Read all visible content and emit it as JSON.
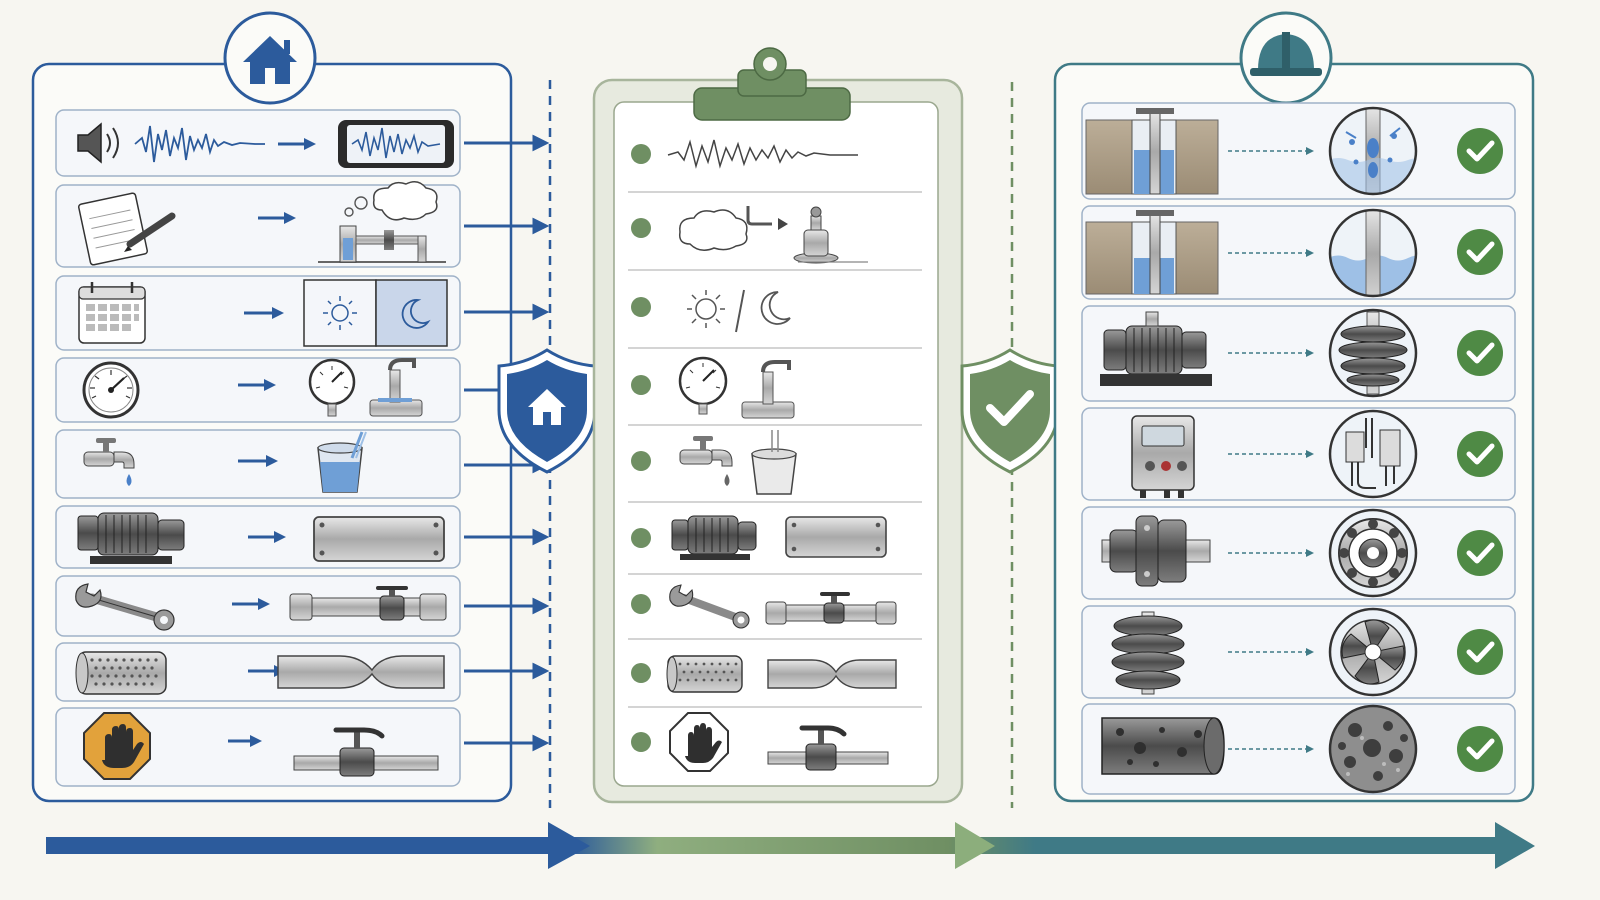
{
  "colors": {
    "background": "#f7f6f1",
    "owner_blue": "#2c5b9c",
    "checklist_green": "#6f8f63",
    "technician_teal": "#3f7a86",
    "check_green": "#4f8a45",
    "card_border": "#9fb2c8",
    "ink": "#3a3a3a",
    "water": "#6f9fd6",
    "warning_orange": "#e2a23b"
  },
  "panels": [
    {
      "id": "owner",
      "badge_icon": "house-icon",
      "rows": [
        {
          "left_icon": "speaker-icon",
          "right_icon": "smartphone-waveform-icon"
        },
        {
          "left_icon": "notepad-pencil-icon",
          "right_icon": "well-pump-thought-cloud-icon"
        },
        {
          "left_icon": "calendar-icon",
          "right_icon": "day-night-icon"
        },
        {
          "left_icon": "pressure-gauge-icon",
          "right_icon": "gauge-and-well-head-icon"
        },
        {
          "left_icon": "faucet-drip-icon",
          "right_icon": "water-bucket-icon"
        },
        {
          "left_icon": "motor-icon",
          "right_icon": "metal-nameplate-icon"
        },
        {
          "left_icon": "wrench-icon",
          "right_icon": "pipe-valve-icon"
        },
        {
          "left_icon": "screen-filter-icon",
          "right_icon": "constricted-pipe-icon"
        },
        {
          "left_icon": "stop-hand-icon",
          "right_icon": "shutoff-valve-icon"
        }
      ]
    },
    {
      "id": "checklist",
      "badge_icon": "clipboard-clip-icon",
      "rows": [
        {
          "icons": [
            "waveform-icon"
          ]
        },
        {
          "icons": [
            "thought-cloud-icon",
            "well-head-icon"
          ]
        },
        {
          "icons": [
            "sun-icon",
            "moon-icon"
          ]
        },
        {
          "icons": [
            "pressure-gauge-icon",
            "well-head-icon"
          ]
        },
        {
          "icons": [
            "faucet-drip-icon",
            "bucket-icon"
          ]
        },
        {
          "icons": [
            "motor-icon",
            "metal-nameplate-icon"
          ]
        },
        {
          "icons": [
            "wrench-icon",
            "pipe-valve-icon"
          ]
        },
        {
          "icons": [
            "screen-filter-icon",
            "constricted-pipe-icon"
          ]
        },
        {
          "icons": [
            "stop-hand-icon",
            "shutoff-valve-icon"
          ]
        }
      ]
    },
    {
      "id": "technician",
      "badge_icon": "hard-hat-icon",
      "rows": [
        {
          "left_icon": "well-air-leak-cutaway-icon",
          "right_icon": "bubbles-closeup-icon",
          "status_icon": "check-icon"
        },
        {
          "left_icon": "well-water-level-cutaway-icon",
          "right_icon": "water-level-closeup-icon",
          "status_icon": "check-icon"
        },
        {
          "left_icon": "pump-motor-icon",
          "right_icon": "impeller-stack-closeup-icon",
          "status_icon": "check-icon"
        },
        {
          "left_icon": "control-box-icon",
          "right_icon": "wiring-closeup-icon",
          "status_icon": "check-icon"
        },
        {
          "left_icon": "coupling-shaft-icon",
          "right_icon": "ball-bearing-closeup-icon",
          "status_icon": "check-icon"
        },
        {
          "left_icon": "impeller-stack-icon",
          "right_icon": "impeller-closeup-icon",
          "status_icon": "check-icon"
        },
        {
          "left_icon": "corroded-pipe-icon",
          "right_icon": "corrosion-closeup-icon",
          "status_icon": "check-icon"
        }
      ]
    }
  ],
  "shields": [
    {
      "id": "owner-shield",
      "icon": "house-icon"
    },
    {
      "id": "verified-shield",
      "icon": "check-icon"
    }
  ],
  "timeline": {
    "segments": 3
  }
}
